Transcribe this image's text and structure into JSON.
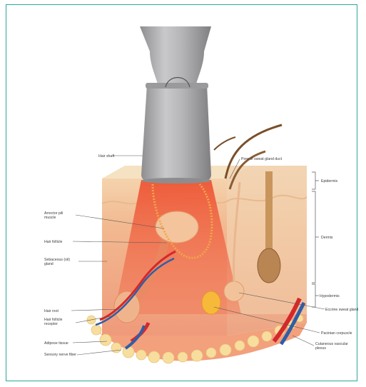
{
  "labels": {
    "hair_shaft": "Hair shaft",
    "pore": "Pore of sweat gland duct",
    "arrector": "Arrector pili",
    "arrector2": "muscle",
    "hair_follicle": "Hair follicle",
    "sebaceous": "Sebaceous (oil)",
    "sebaceous2": "gland",
    "hair_root": "Hair root",
    "follicle_vascular": "Hair follicle",
    "follicle_vascular2": "receptor",
    "adipose": "Adipose tissue",
    "sensory": "Sensory nerve fiber",
    "epidermis": "Epidermis",
    "dermis": "Dermis",
    "hypodermis": "Hypodermis",
    "eccrine": "Eccrine sweat gland",
    "pacinian": "Pacinian corpuscle",
    "cutaneous": "Cutaneous vascular",
    "cutaneous2": "plexus"
  },
  "colors": {
    "frame": "#2aa79b",
    "device": "#a9a9ab",
    "light": "#ef5a3a",
    "skin_top": "#f3d9b2",
    "dermis": "#f0a080",
    "fat": "#f6dc9b",
    "artery": "#d6282a",
    "vein": "#2f5ea8"
  }
}
